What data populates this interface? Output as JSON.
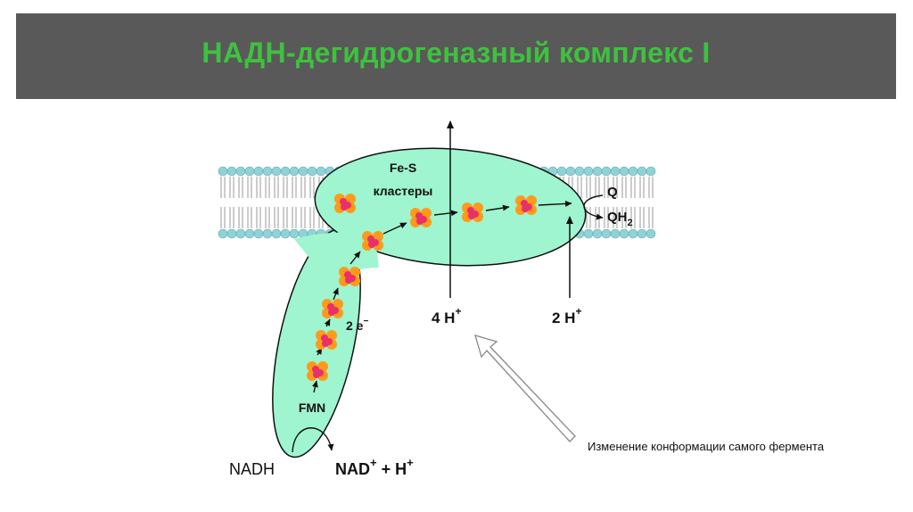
{
  "slide": {
    "title": "НАДН-дегидрогеназный комплекс I"
  },
  "diagram": {
    "cluster_label_line1": "Fe-S",
    "cluster_label_line2": "кластеры",
    "q_label": "Q",
    "qh2_label": "QH",
    "qh2_subscript": "2",
    "electrons_label": "2 e",
    "electrons_sup": "−",
    "fmn_label": "FMN",
    "nadh_label": "NADH",
    "nad_label": "NAD",
    "nad_sup": "+",
    "nad_plus": " + H",
    "nad_plus_sup": "+",
    "proton4_label": "4 H",
    "proton4_sup": "+",
    "proton2_label": "2 H",
    "proton2_sup": "+",
    "caption": "Изменение конформации самого фермента",
    "colors": {
      "title_bg": "#595959",
      "title_text": "#3ec23e",
      "complex_fill": "#9ef5cf",
      "membrane_head": "#8fd3d8",
      "cluster_orange": "#ff9a1a",
      "cluster_pink": "#e8306a"
    }
  }
}
